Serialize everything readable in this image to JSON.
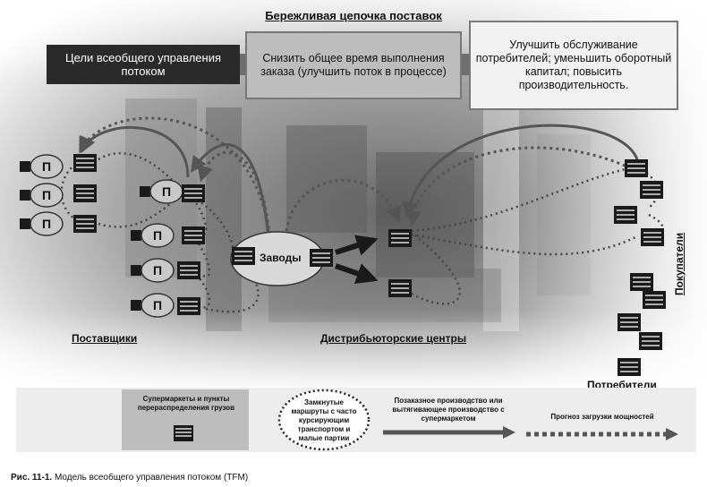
{
  "title": "Бережливая цепочка поставок",
  "goals": {
    "main_label": "Цели всеобщего управления потоком",
    "goal_1": "Снизить общее время выполнения заказа (улучшить поток в процессе)",
    "goal_2": "Улучшить обслуживание потребителей; уменьшить оборотный капитал; повысить производительность."
  },
  "node_label_P": "П",
  "plants_label": "Заводы",
  "labels": {
    "suppliers": "Поставщики",
    "distribution": "Дистрибьюторские центры",
    "consumers": "Потребители",
    "customers": "Покупатели"
  },
  "legend": {
    "supermarkets": "Супермаркеты и пункты перераспределения грузов",
    "milkrun": "Замкнутые маршруты с часто курсирующим транспортом и малые партии",
    "pull": "Позаказное производство или вытягивающее производство с супермаркетом",
    "forecast": "Прогноз загрузки мощностей"
  },
  "caption": {
    "prefix": "Рис. 11-1.",
    "text": " Модель всеобщего управления потоком (TFM)"
  },
  "colors": {
    "dark": "#1a1a1a",
    "dotted": "#555555",
    "solid_arrow": "#555555"
  }
}
